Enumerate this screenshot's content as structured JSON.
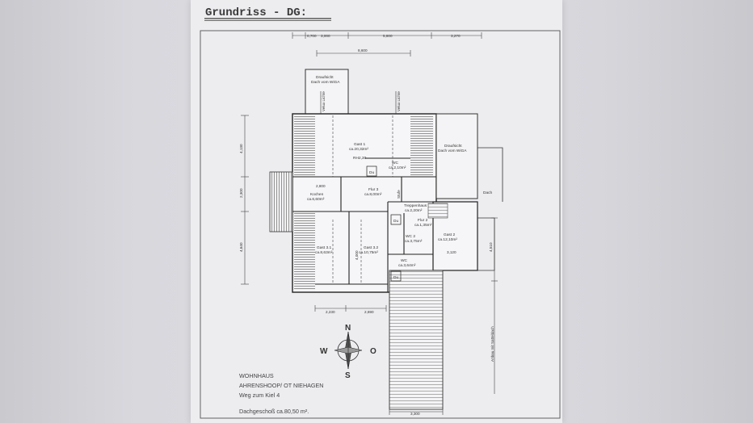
{
  "title": "Grundriss - DG:",
  "top_dims": [
    "0,700",
    "3,000",
    "5,800",
    "3,270"
  ],
  "top_dim_sub": "8,600",
  "left_dims": [
    "4,130",
    "2,300",
    "4,640"
  ],
  "bottom_dims": [
    "2,230",
    "2,690"
  ],
  "bottom_dim_stair": "3,300",
  "right_dim": "4,510",
  "right_label": "Anbau mit Satteldach",
  "roof_label": "Dach",
  "inner_dims": [
    "2,800",
    "3,120"
  ],
  "flat_roof_top": [
    "Draufsicht",
    "Dach vom WiGA"
  ],
  "flat_roof_right": [
    "Draufsicht",
    "Dach vom WiGA"
  ],
  "vertical_labels": [
    "Velux Lichte",
    "Velux Lichte"
  ],
  "rooms": {
    "gast1": [
      "Gast 1",
      "ca.20,32m²"
    ],
    "rh": "RH2,30",
    "wc1": [
      "WC",
      "ca.2,10m²"
    ],
    "du1": "Du",
    "kochen": [
      "Kochen",
      "ca.6,60m²"
    ],
    "flur3": [
      "Flur 3",
      "ca.8,00m²"
    ],
    "stufe": "Stufe",
    "treppenhaus": [
      "Treppenhaus",
      "ca.2,20m²"
    ],
    "flur2": [
      "Flur 2",
      "ca.1,35m²"
    ],
    "du2": "Du",
    "wc2": [
      "WC 2",
      "ca.3,75m²"
    ],
    "gast2": [
      "Gast 2",
      "ca.12,10m²"
    ],
    "wc3": [
      "WC",
      "ca.3,64m²"
    ],
    "du3": "Du",
    "gast31": [
      "Gast 3.1",
      "ca.8,63m²"
    ],
    "gast32": [
      "Gast 3.2",
      "ca.10,75m²"
    ],
    "dim_4000": "4,000"
  },
  "compass": {
    "n": "N",
    "s": "S",
    "w": "W",
    "o": "O"
  },
  "info_lines": [
    "WOHNHAUS",
    "AHRENSHOOP/ OT NIEHAGEN",
    "Weg zum Kiel 4"
  ],
  "area_line": "Dachgeschoß ca.80,50 m²."
}
